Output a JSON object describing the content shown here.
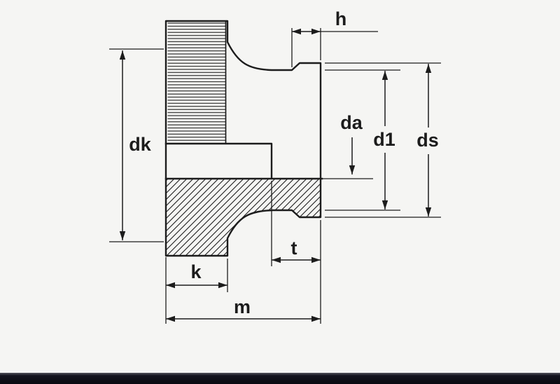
{
  "canvas": {
    "background": "#f5f5f3",
    "line_color": "#1c1c1c",
    "footer_bar_color": "#14141e"
  },
  "drawing": {
    "dimension_labels": {
      "dk": "dk",
      "h": "h",
      "da": "da",
      "d1": "d1",
      "ds": "ds",
      "k": "k",
      "t": "t",
      "m": "m"
    }
  }
}
